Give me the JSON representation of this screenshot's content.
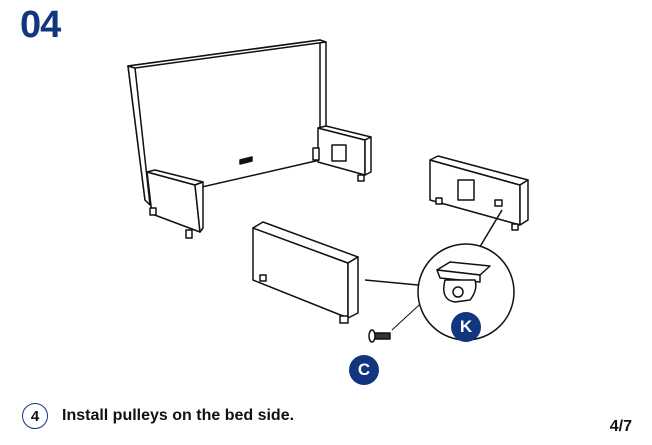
{
  "step": {
    "number": "04",
    "sub_number": "4",
    "instruction": "Install pulleys on the bed side."
  },
  "parts": [
    {
      "label": "C",
      "name": "screw"
    },
    {
      "label": "K",
      "name": "pulley"
    }
  ],
  "page_indicator": "4/7",
  "colors": {
    "accent": "#12357f"
  }
}
